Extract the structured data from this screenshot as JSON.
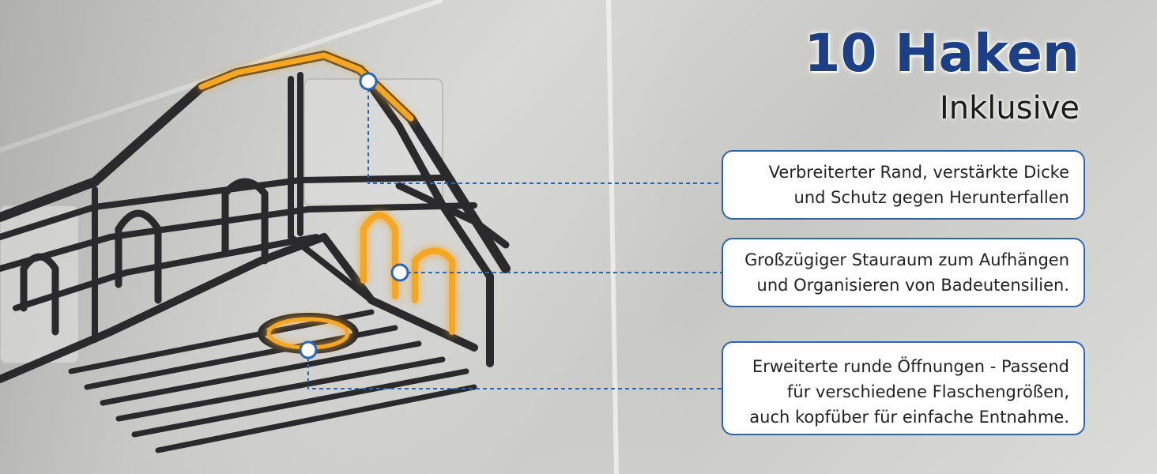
{
  "headline": {
    "title": "10 Haken",
    "subtitle": "Inklusive"
  },
  "callouts": [
    {
      "lines": [
        "Verbreiterter Rand, verstärkte Dicke",
        "und Schutz gegen Herunterfallen"
      ]
    },
    {
      "lines": [
        "Großzügiger Stauraum zum Aufhängen",
        "und Organisieren von Badeutensilien."
      ]
    },
    {
      "lines": [
        "Erweiterte runde Öffnungen - Passend",
        "für verschiedene Flaschengrößen,",
        "auch kopfüber für einfache Entnahme."
      ]
    }
  ],
  "colors": {
    "title": "#1c3f86",
    "callout_border": "#2b66b5",
    "connector": "#2b66b5",
    "highlight": "#f5a623",
    "rack": "#2a2a2c"
  }
}
